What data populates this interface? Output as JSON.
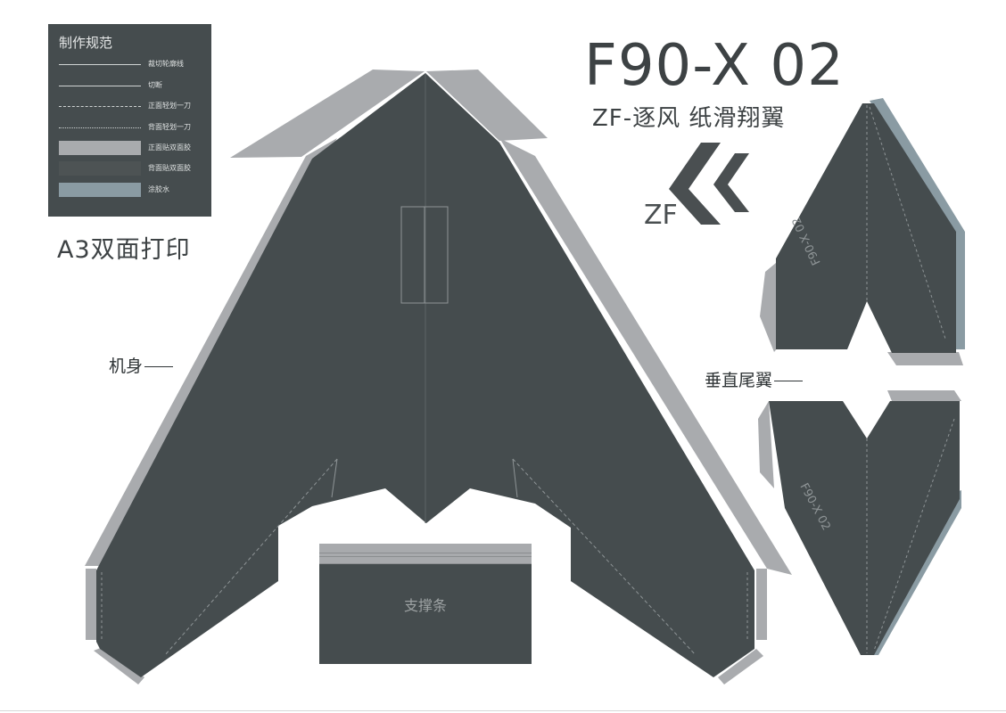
{
  "legend": {
    "title": "制作规范",
    "items": [
      {
        "style": "solid-line",
        "label": "裁切轮廓线"
      },
      {
        "style": "solid-line",
        "label": "切断"
      },
      {
        "style": "dashed-line",
        "label": "正面轻划一刀"
      },
      {
        "style": "dash-dot-line",
        "label": "背面轻划一刀"
      },
      {
        "style": "box",
        "color": "#a9abae",
        "label": "正面贴双面胶"
      },
      {
        "style": "box",
        "color": "#4d5354",
        "label": "背面贴双面胶"
      },
      {
        "style": "box",
        "color": "#8a9ba3",
        "label": "涂胶水"
      }
    ]
  },
  "print_note": "A3双面打印",
  "header": {
    "model": "F90-X 02",
    "subtitle": "ZF-逐风 纸滑翔翼",
    "logo_text": "ZF"
  },
  "callouts": {
    "fuselage": "机身",
    "vertical_tail": "垂直尾翼",
    "support_strip": "支撑条"
  },
  "tail_marking": "F90-X 02",
  "colors": {
    "panel_dark": "#454c4e",
    "tab_gray": "#a9abae",
    "glue_blue": "#8a9ba3",
    "text_dark": "#3d4244"
  }
}
